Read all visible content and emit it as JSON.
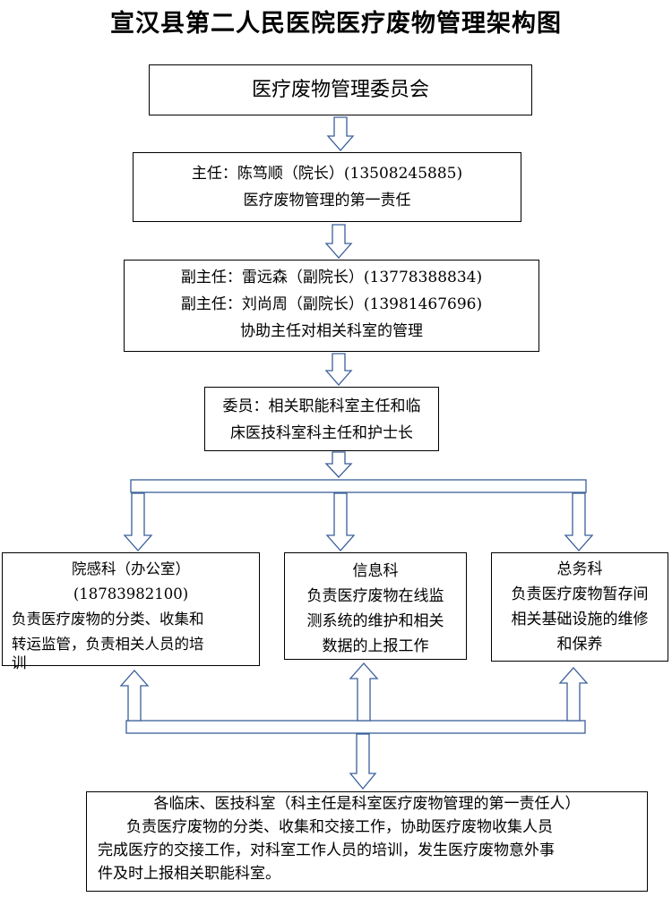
{
  "title": "宣汉县第二人民医院医疗废物管理架构图",
  "committee": {
    "name": "医疗废物管理委员会"
  },
  "director": {
    "line1": "主任：陈笃顺（院长）(13508245885)",
    "line2": "医疗废物管理的第一责任"
  },
  "deputy": {
    "line1": "副主任：雷远森（副院长）(13778388834)",
    "line2": "副主任：刘尚周（副院长）(13981467696)",
    "line3": "协助主任对相关科室的管理"
  },
  "members": {
    "line1": "委员：相关职能科室主任和临",
    "line2": "床医技科室科主任和护士长"
  },
  "infection_dept": {
    "line1": "院感科（办公室）",
    "line2": "(18783982100)",
    "line3": "负责医疗废物的分类、收集和",
    "line4": "转运监管，负责相关人员的培",
    "line5": "训"
  },
  "info_dept": {
    "line1": "信息科",
    "line2": "负责医疗废物在线监",
    "line3": "测系统的维护和相关",
    "line4": "数据的上报工作"
  },
  "general_dept": {
    "line1": "总务科",
    "line2": "负责医疗废物暂存间",
    "line3": "相关基础设施的维修",
    "line4": "和保养"
  },
  "clinical": {
    "line1": "各临床、医技科室（科主任是科室医疗废物管理的第一责任人）",
    "line2": "负责医疗废物的分类、收集和交接工作，协助医疗废物收集人员",
    "line3": "完成医疗的交接工作，对科室工作人员的培训，发生医疗废物意外事",
    "line4": "件及时上报相关职能科室。"
  }
}
